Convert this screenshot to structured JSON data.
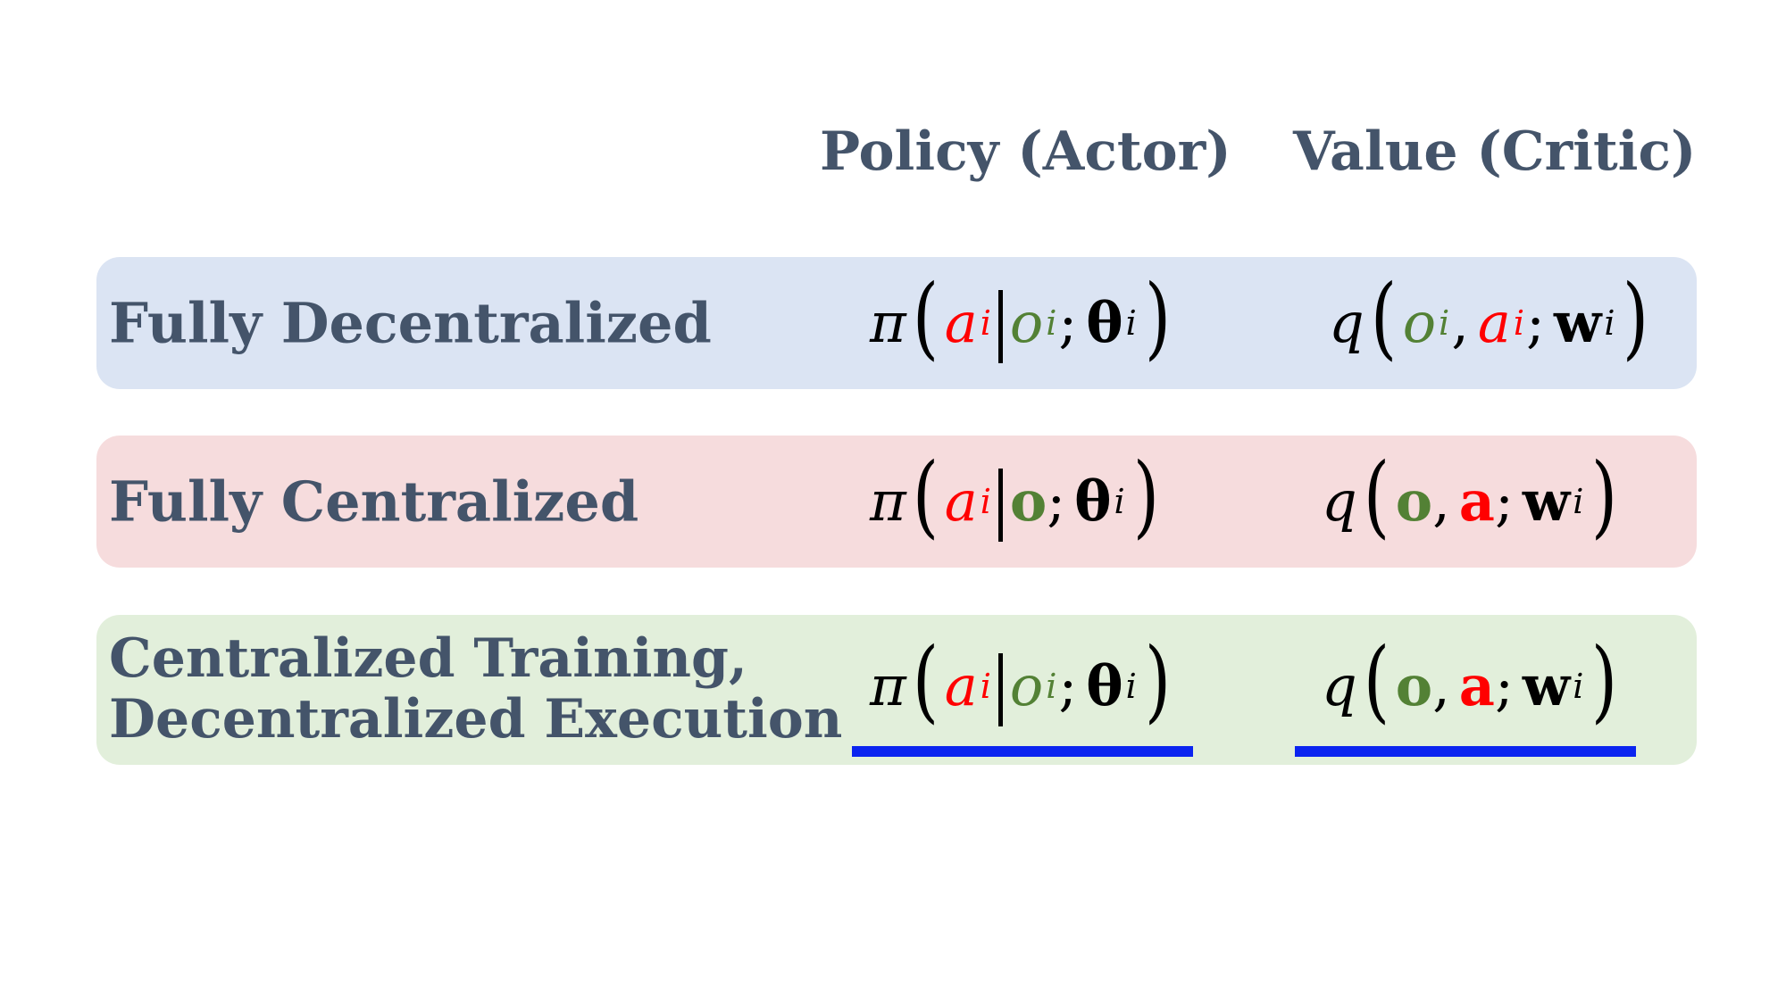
{
  "headers": {
    "policy": "Policy (Actor)",
    "value": "Value (Critic)"
  },
  "rows": [
    {
      "label": "Fully Decentralized",
      "policy": {
        "fn": "π",
        "action": "a",
        "cond": "o",
        "param": "θ",
        "sup": "i"
      },
      "value": {
        "fn": "q",
        "obs": "o",
        "action": "a",
        "param": "w",
        "sup": "i"
      },
      "background": "#dbe4f3"
    },
    {
      "label": "Fully Centralized",
      "policy": {
        "fn": "π",
        "action": "a",
        "cond": "o",
        "param": "θ",
        "sup": "i"
      },
      "value": {
        "fn": "q",
        "obs": "o",
        "action": "a",
        "param": "w",
        "sup": "i"
      },
      "background": "#f6dcdd"
    },
    {
      "label_line1": "Centralized Training,",
      "label_line2": "Decentralized Execution",
      "policy": {
        "fn": "π",
        "action": "a",
        "cond": "o",
        "param": "θ",
        "sup": "i"
      },
      "value": {
        "fn": "q",
        "obs": "o",
        "action": "a",
        "param": "w",
        "sup": "i"
      },
      "background": "#e2efdb"
    }
  ],
  "colors": {
    "header_text": "#44546a",
    "action": "#ff0000",
    "observation": "#538135",
    "underline": "#0b24f0"
  }
}
